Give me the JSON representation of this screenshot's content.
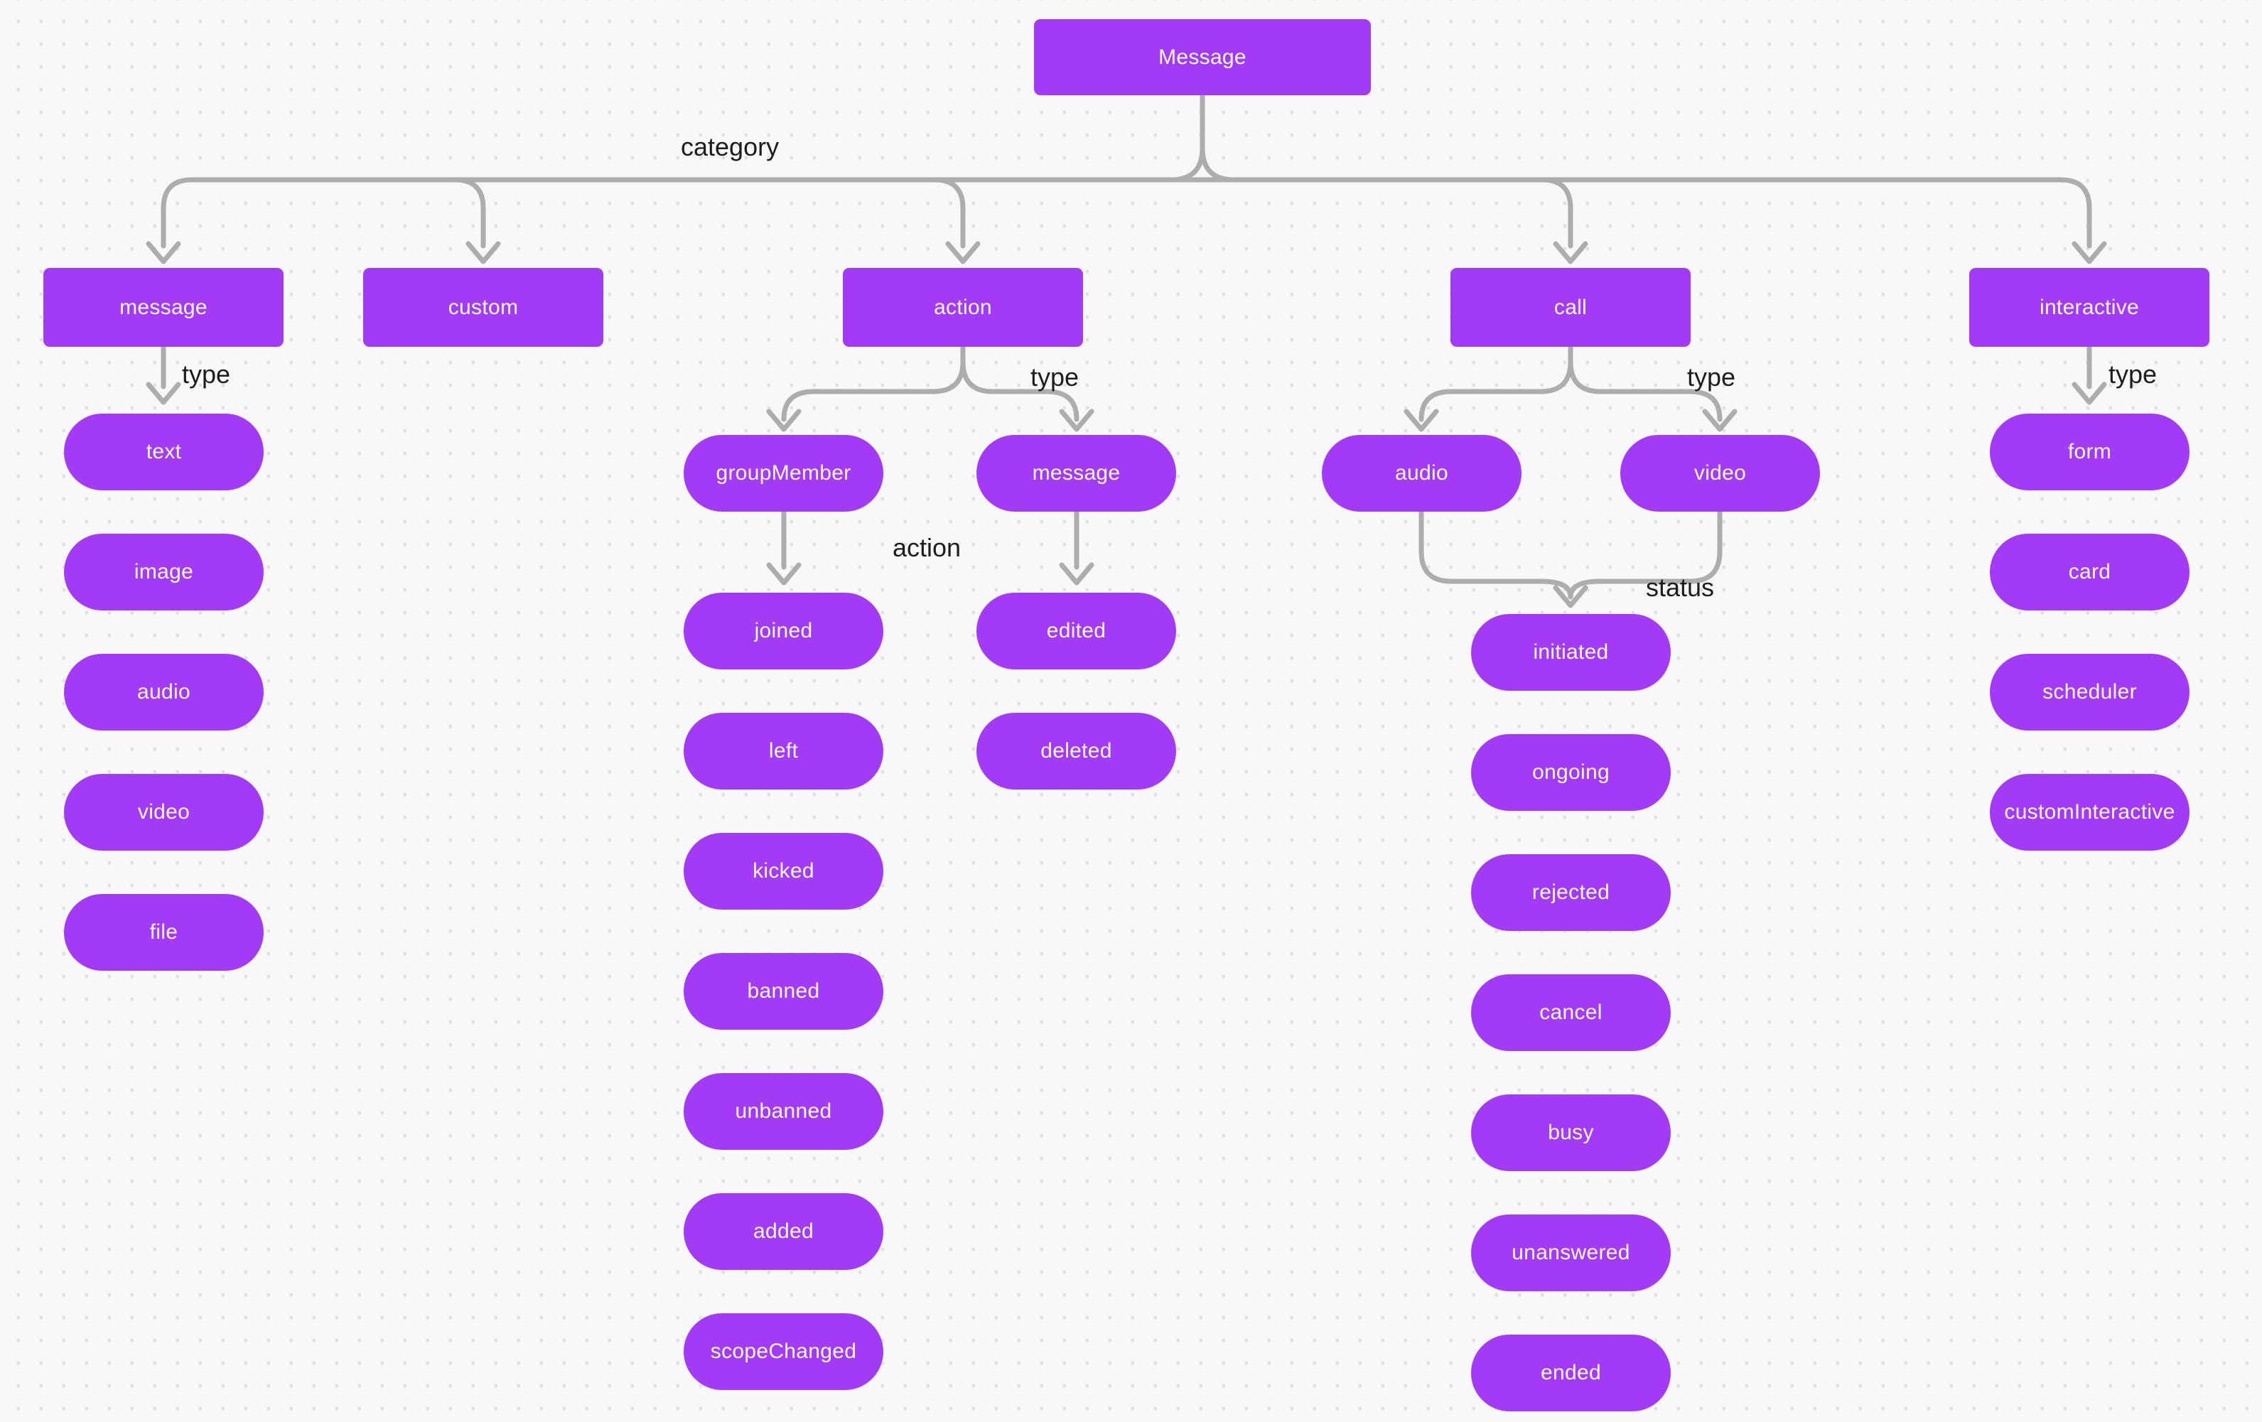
{
  "root": {
    "label": "Message"
  },
  "edge_labels": {
    "category": "category",
    "type": "type",
    "action": "action",
    "status": "status"
  },
  "categories": {
    "message": "message",
    "custom": "custom",
    "action": "action",
    "call": "call",
    "interactive": "interactive"
  },
  "message_types": {
    "text": "text",
    "image": "image",
    "audio": "audio",
    "video": "video",
    "file": "file"
  },
  "action_types": {
    "groupMember": "groupMember",
    "message": "message"
  },
  "group_member_actions": {
    "joined": "joined",
    "left": "left",
    "kicked": "kicked",
    "banned": "banned",
    "unbanned": "unbanned",
    "added": "added",
    "scopeChanged": "scopeChanged"
  },
  "action_message_states": {
    "edited": "edited",
    "deleted": "deleted"
  },
  "call_types": {
    "audio": "audio",
    "video": "video"
  },
  "call_statuses": {
    "initiated": "initiated",
    "ongoing": "ongoing",
    "rejected": "rejected",
    "cancel": "cancel",
    "busy": "busy",
    "unanswered": "unanswered",
    "ended": "ended"
  },
  "interactive_types": {
    "form": "form",
    "card": "card",
    "scheduler": "scheduler",
    "customInteractive": "customInteractive"
  },
  "colors": {
    "node_fill": "#A33BF6",
    "node_text": "#FFFFFF",
    "connector": "#ADADAD",
    "label_text": "#1D1D1D",
    "background": "#F8F8F8",
    "grid_dot": "#E1E1E1"
  }
}
